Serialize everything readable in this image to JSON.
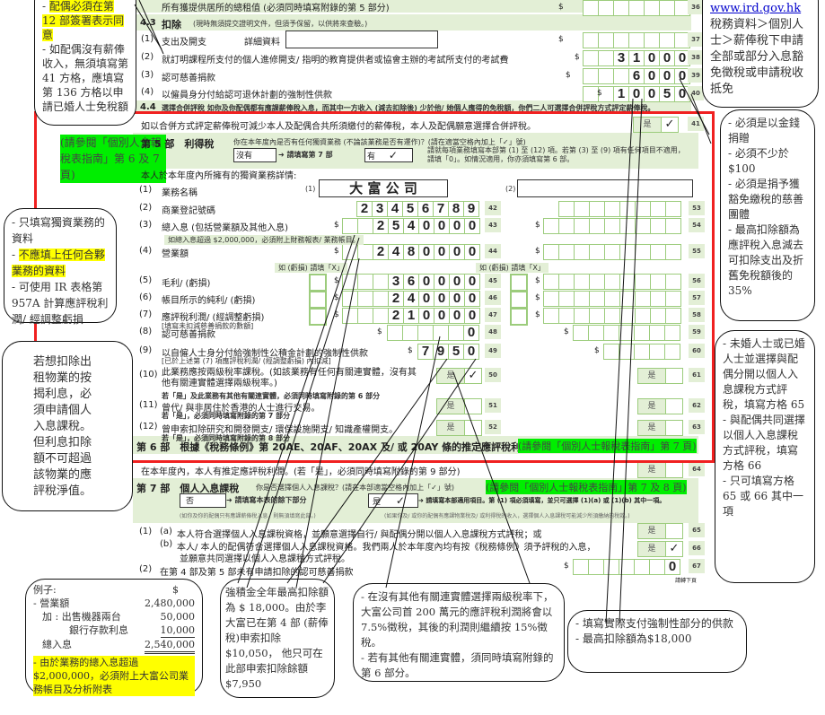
{
  "form": {
    "line36_text": "所有獲提供居所的總租值 (必須同時填寫附錄的第 5 部分)",
    "s43_no": "4.3",
    "s43_title": "扣除",
    "s43_note": "(現時無須提交證明文件，但須予保留，以供將來查驗。)",
    "d1": "(1)",
    "d1_label": "支出及開支",
    "d1_detail": "詳細資料",
    "d2": "(2)",
    "d2_label": "就訂明課程所支付的個人進修開支/ 指明的教育提供者或協會主辦的考試所支付的考試費",
    "d3": "(3)",
    "d3_label": "認可慈善捐款",
    "d4": "(4)",
    "d4_label": "以僱員身分付給認可退休計劃的強制性供款",
    "s44_no": "4.4",
    "s44_text": "選擇合併評稅 如你及你配偶都有應課薪俸稅入息，而其中一方收入 (減去扣除後) 少於他/ 她個人應得的免稅額，你們二人可選擇合併評稅方式評定薪俸稅。",
    "joint_text": "如以合併方式評定薪俸稅可減少本人及配偶合共所須繳付的薪俸稅，本人及配偶願意選擇合併評稅。",
    "yes": "是",
    "check": "✓",
    "dollar": "$",
    "box_nums": {
      "b36": "36",
      "b37": "37",
      "b38": "38",
      "b39": "39",
      "b40": "40",
      "b41": "41",
      "b42": "42",
      "b43": "43",
      "b44": "44",
      "b45": "45",
      "b46": "46",
      "b47": "47",
      "b48": "48",
      "b49": "49",
      "b50": "50",
      "b51": "51",
      "b52": "52",
      "b53": "53",
      "b54": "54",
      "b55": "55",
      "b56": "56",
      "b57": "57",
      "b58": "58",
      "b59": "59",
      "b60": "60",
      "b61": "61",
      "b62": "62",
      "b63": "63",
      "b64": "64",
      "b65": "65",
      "b66": "66",
      "b67": "67"
    },
    "values": {
      "b38": "31000",
      "b39": "6000",
      "b40": "10050",
      "b42": "23456789",
      "b43": "2540000",
      "b44": "2480000",
      "b45": "360000",
      "b46": "240000",
      "b47": "210000",
      "b48": "0",
      "b49": "7950",
      "b67": "0"
    },
    "p5_title": "第 5 部　利得稅",
    "p5_q": "你在本年度內是否有任何獨資業務 (不論該業務是否有運作)？(請在適當空格內加上「✓」號)",
    "p5_no": "沒有",
    "p5_no_go": "請填寫第 7 部",
    "p5_yes": "有",
    "p5_yes_go": "請就每項業務填寫本部第 (1) 至 (12) 項。若第 (3) 至 (9) 項有任何項目不適用，請填「0」。如情況適用，你亦須填寫第 6 部。",
    "p5_intro": "本人於本年度內所擁有的獨資業務詳情:",
    "i1": "(1)",
    "i1_label": "業務名稱",
    "biz1_no": "(1)",
    "biz1": "大 富 公 司",
    "biz2_no": "(2)",
    "i2": "(2)",
    "i2_label": "商業登記號碼",
    "i3": "(3)",
    "i3_label": "總入息 (包括營業額及其他入息)",
    "i3_note": "如總入息超過 $2,000,000，必須附上財務報表/ 業務帳目。",
    "i4": "(4)",
    "i4_label": "營業額",
    "loss_note": "如 (虧損) 請填「X」",
    "i5": "(5)",
    "i5_label": "毛利/ (虧損)",
    "i6": "(6)",
    "i6_label": "帳目所示的純利/ (虧損)",
    "i7": "(7)",
    "i7_label": "應評稅利潤/ (經調整虧損)",
    "i7_note": "[填寫未扣減慈善捐款的數額]",
    "i8": "(8)",
    "i8_label": "認可慈善捐款",
    "i9": "(9)",
    "i9_label": "以自僱人士身分付給強制性公積金計劃的強制性供款",
    "i9_note": "[已於上述第 (7) 項應評稅利潤/ (經調整虧損) 內扣減]",
    "i10": "(10)",
    "i10_label": "此業務應按兩級稅率課稅。(如該業務有任何有關連實體，沒有其他有關連實體選擇兩級稅率。)",
    "i10_note": "若「是」及此業務有其他有關連實體，必須同時填寫附錄的第 6 部分",
    "i11": "(11)",
    "i11_label": "曾代/ 與非居住於香港的人士進行交易。",
    "i11_note": "若「是」，必須同時填寫附錄的第 7 部分",
    "i12": "(12)",
    "i12_label": "曾申索扣除研究和開發開支/ 環保設施開支/ 知識產權開支。",
    "i12_note": "若「是」，必須同時填寫附錄的第 8 部分",
    "p6_title": "第 6 部　根據《稅務條例》第 20AE、20AF、20AX 及/ 或 20AY 條的推定應評稅利潤",
    "p6_text": "在本年度內，本人有推定應評稅利潤。(若「是」，必須同時填寫附錄的第 9 部分)",
    "p7_title": "第 7 部　個人入息課稅",
    "p7_q": "你是否選擇個人入息課稅？(請在本部適當空格內加上「✓」號)",
    "p7_no": "否",
    "p7_no_go": "請填寫本表的餘下部分",
    "p7_yes": "是",
    "p7_yes_go": "請填寫本部適用項目。第 (1) 項必須填寫，並只可選擇 (1)(a) 或 (1)(b) 其中一項。",
    "p7_no_note": "(如你及你的配偶只有應課薪俸稅入息，則無須填寫此部。)",
    "p7_yes_note": "(如果你及/ 或你的配偶有應課物業稅及/ 或利得稅的收入，選擇個人入息課稅可能減少所須繳納的稅款。)",
    "q1": "(1)",
    "q1a": "(a)",
    "q1a_label": "本人符合選擇個人入息課稅資格，並願意選擇自行/ 與配偶分開以個人入息課稅方式評稅；或",
    "q1b": "(b)",
    "q1b_label": "本人/ 本人的配偶符合選擇個人入息課稅資格。我們兩人於本年度內均有按《稅務條例》須予評稅的入息，",
    "q1b_cont": "並願意共同選擇以個人入息課稅方式評稅。",
    "q2": "(2)",
    "q2_label": "在第 4 部及第 5 部未有申請扣除的認可慈善捐款",
    "next_page": "請轉下頁"
  },
  "guides": {
    "p5": "(請參閱「個別人士報稅表指南」第 6 及 7 頁)",
    "p6": "(請參閱「個別人士報稅表指南」第 7 頁)",
    "p7": "(請參閱「個別人士報稅表指南」第 7 及 8 頁)"
  },
  "callouts": {
    "spouse_sign": "配偶必須在第 12 部簽署表示同意",
    "spouse_nosalary": "如配偶沒有薪俸收入，無須填寫第 41 方格，應填寫第 136 方格以申請已婚人士免稅額",
    "ird_link": "www.ird.gov.hk",
    "ird_text": "稅務資料＞個別人士＞薪俸稅下申請全部或部分入息豁免徵稅或申請稅收抵免",
    "sole_only": "只填寫獨資業務的資料",
    "no_partnership": "不應填上任何合夥業務的資料",
    "ir957a": "可使用 IR 表格第 957A 計算應評稅利潤/ 經調整虧損",
    "rental_interest": "若想扣除出租物業的按揭利息，必須申請個人入息課稅。但利息扣除額不可超過該物業的應評稅淨值。",
    "donation_items": [
      "必須是以金錢捐贈",
      "必須不少於 $100",
      "必須是捐予獲豁免繳稅的慈善團體",
      "最高扣除額為應評稅入息減去可扣除支出及折舊免稅額後的 35%"
    ],
    "pa_items": [
      "未婚人士或已婚人士並選擇與配偶分開以個人入息課稅方式評稅，填寫方格 65",
      "與配偶共同選擇以個人入息課稅方式評稅，填寫方格 66",
      "只可填寫方格 65 或 66 其中一項"
    ],
    "example": {
      "title": "例子:",
      "currency": "$",
      "rows": [
        {
          "label": "營業額",
          "value": "2,480,000"
        },
        {
          "label": "加 : 出售機器兩台",
          "value": "50,000"
        },
        {
          "label": "銀行存款利息",
          "value": "10,000"
        },
        {
          "label": "總入息",
          "value": "2,540,000"
        }
      ],
      "note": "由於業務的總入息超過 $2,000,000，必須附上大富公司業務帳目及分析附表"
    },
    "mpf_cap": "強積金全年最高扣除額為 $ 18,000。由於李大富已在第 4 部 (薪俸稅)申索扣除 $10,050， 他只可在此部申索扣除餘額 $7,950",
    "two_tier": [
      "在沒有其他有關連實體選擇兩級稅率下，大富公司首 200 萬元的應評稅利潤將會以 7.5%徵稅，其後的利潤則繼續按 15%徵稅。",
      "若有其他有關連實體，須同時填寫附錄的第 6 部分。"
    ],
    "mpf_actual": [
      "填寫實際支付強制性部分的供款",
      "最高扣除額為$18,000"
    ]
  },
  "colors": {
    "highlight_yellow": "#ffff00",
    "highlight_green": "#00ee00",
    "band_green": "#e3efd6",
    "box_green": "#9ccc7c",
    "red_frame": "#f02020"
  }
}
